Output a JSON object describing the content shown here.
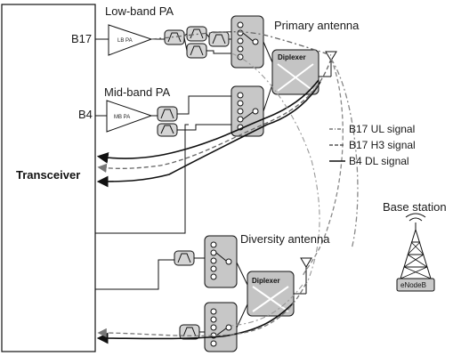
{
  "diagram": {
    "transceiver_label": "Transceiver",
    "b17_label": "B17",
    "b4_label": "B4",
    "low_band_pa_title": "Low-band PA",
    "mid_band_pa_title": "Mid-band PA",
    "lb_pa_text": "LB PA",
    "mb_pa_text": "MB PA",
    "primary_antenna_label": "Primary antenna",
    "diversity_antenna_label": "Diversity antenna",
    "diplexer_top_label": "Diplexer",
    "diplexer_bottom_label": "Diplexer",
    "base_station_label": "Base station",
    "enodeb_label": "eNodeB",
    "legend": {
      "ul": "B17 UL signal",
      "h3": "B17 H3 signal",
      "dl": "B4 DL signal"
    }
  },
  "colors": {
    "component_fill": "#c9c9c9",
    "line": "#222222",
    "signal_gray": "#7a7a7a"
  }
}
